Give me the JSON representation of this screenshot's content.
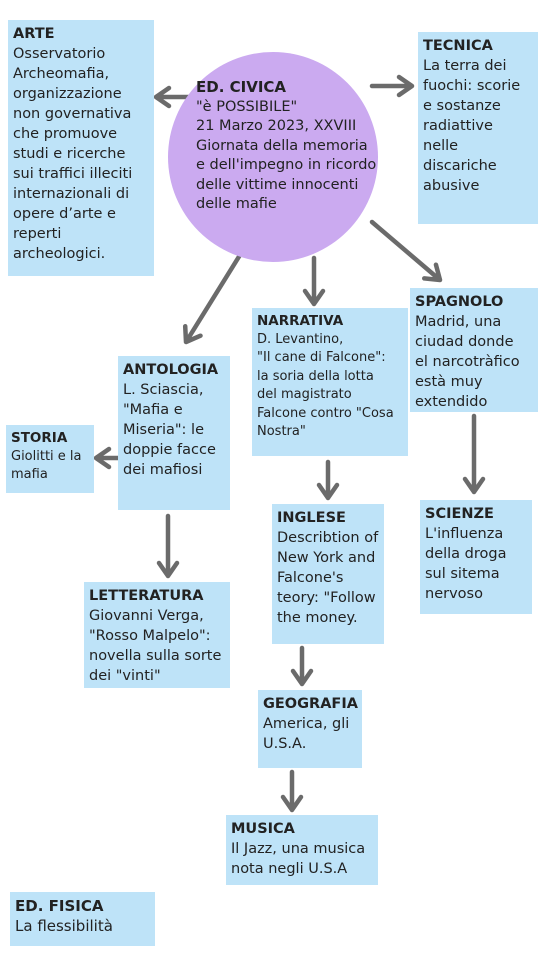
{
  "colors": {
    "box": "#bee3f8",
    "circle": "#cbaaf0",
    "arrow": "#6b6b6b"
  },
  "center": {
    "title": "ED. CIVICA",
    "text": "\"è POSSIBILE\"\n21 Marzo 2023, XXVIII\nGiornata della memoria\ne dell'impegno in ricordo\ndelle vittime innocenti\ndelle mafie"
  },
  "arte": {
    "title": "ARTE",
    "text": "Osservatorio\nArcheomafia,\norganizzazione\nnon governativa\nche promuove\nstudi e ricerche\nsui traffici illeciti\ninternazionali di\nopere d’arte e\nreperti\narcheologici."
  },
  "tecnica": {
    "title": "TECNICA",
    "text": "La terra dei\nfuochi: scorie\ne sostanze\nradiattive\nnelle\ndiscariche\nabusive"
  },
  "narrativa": {
    "title": "NARRATIVA",
    "text": "D. Levantino,\n\"Il cane di Falcone\":\nla soria della lotta\ndel magistrato\nFalcone contro \"Cosa\nNostra\""
  },
  "spagnolo": {
    "title": "SPAGNOLO",
    "text": "Madrid, una\nciudad donde\nel narcotràfico\nestà muy\nextendido"
  },
  "antologia": {
    "title": "ANTOLOGIA",
    "text": "L. Sciascia,\n\"Mafia e\nMiseria\": le\ndoppie facce\ndei mafiosi"
  },
  "storia": {
    "title": "STORIA",
    "text": "Giolitti e la\nmafia"
  },
  "inglese": {
    "title": "INGLESE",
    "text": "Describtion of\nNew York and\nFalcone's\nteory: \"Follow\nthe money."
  },
  "scienze": {
    "title": "SCIENZE",
    "text": "L'influenza\ndella droga\nsul sitema\nnervoso"
  },
  "letteratura": {
    "title": "LETTERATURA",
    "text": "Giovanni Verga,\n\"Rosso Malpelo\":\nnovella sulla sorte\ndei \"vinti\""
  },
  "geografia": {
    "title": "GEOGRAFIA",
    "text": "America, gli\nU.S.A."
  },
  "musica": {
    "title": "MUSICA",
    "text": "Il Jazz, una musica\nnota negli U.S.A"
  },
  "edfisica": {
    "title": "ED. FISICA",
    "text": "La flessibilità"
  }
}
